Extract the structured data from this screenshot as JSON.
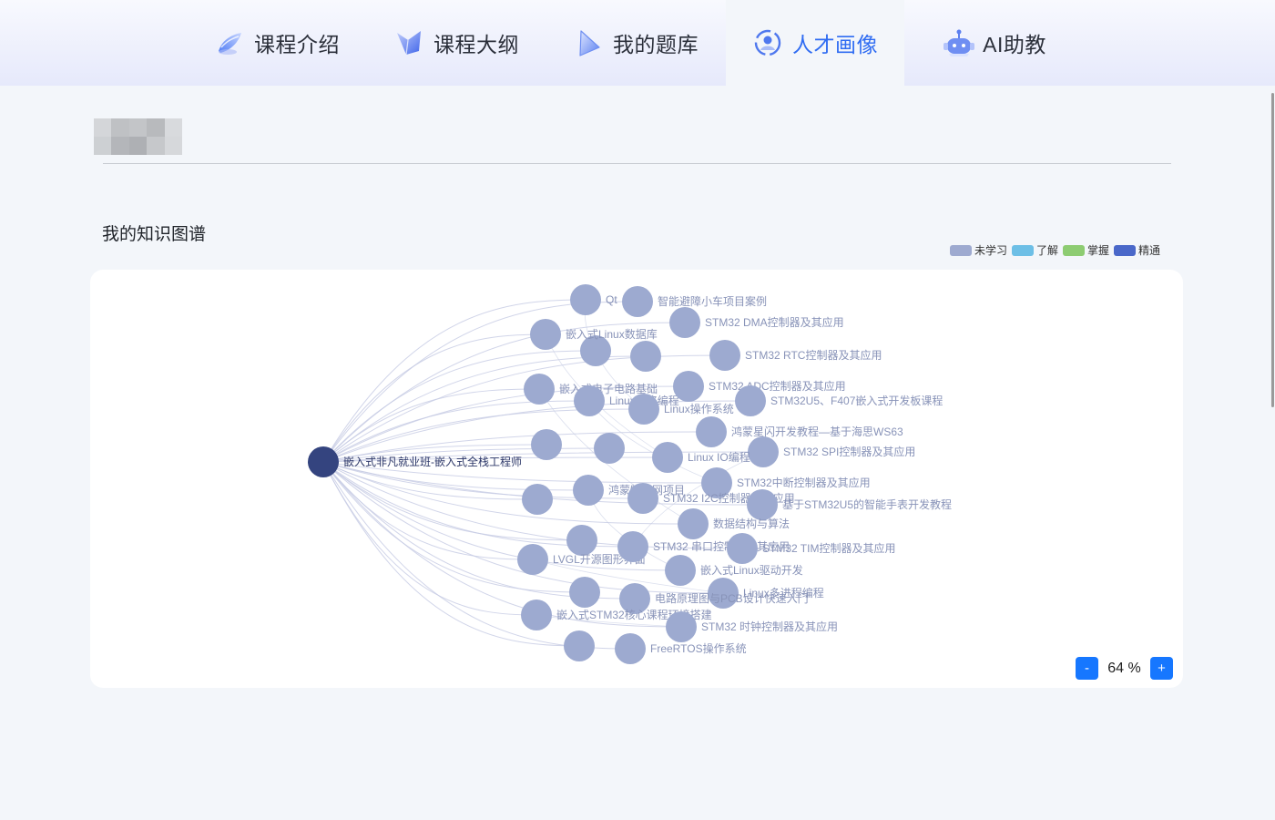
{
  "nav": {
    "tabs": [
      {
        "label": "课程介绍",
        "icon": "course-intro-icon",
        "active": false
      },
      {
        "label": "课程大纲",
        "icon": "course-outline-icon",
        "active": false
      },
      {
        "label": "我的题库",
        "icon": "question-bank-icon",
        "active": false
      },
      {
        "label": "人才画像",
        "icon": "talent-profile-icon",
        "active": true
      },
      {
        "label": "AI助教",
        "icon": "ai-assistant-robot-icon",
        "active": false
      }
    ]
  },
  "colors": {
    "accent": "#2f6cf2",
    "edge": "#c5cbe3",
    "node_unlearned": "#9daad0",
    "node_root": "#34447f",
    "zoom_button": "#1677ff"
  },
  "section": {
    "title": "我的知识图谱"
  },
  "legend": [
    {
      "label": "未学习",
      "color": "#9eaad0"
    },
    {
      "label": "了解",
      "color": "#6dbfe6"
    },
    {
      "label": "掌握",
      "color": "#8dcc72"
    },
    {
      "label": "精通",
      "color": "#4a68c9"
    }
  ],
  "graph": {
    "root": {
      "label": "嵌入式非凡就业班-嵌入式全栈工程师",
      "status": "精通"
    },
    "nodes": [
      {
        "label": "Qt",
        "status": "未学习"
      },
      {
        "label": "智能避障小车项目案例",
        "status": "未学习"
      },
      {
        "label": "STM32 DMA控制器及其应用",
        "status": "未学习"
      },
      {
        "label": "嵌入式Linux数据库",
        "status": "未学习"
      },
      {
        "label": "STM32 RTC控制器及其应用",
        "status": "未学习"
      },
      {
        "label": "嵌入式电子电路基础",
        "status": "未学习"
      },
      {
        "label": "Linux网络编程",
        "status": "未学习"
      },
      {
        "label": "STM32 ADC控制器及其应用",
        "status": "未学习"
      },
      {
        "label": "Linux操作系统",
        "status": "未学习"
      },
      {
        "label": "STM32U5、F407嵌入式开发板课程",
        "status": "未学习"
      },
      {
        "label": "鸿蒙星闪开发教程—基于海思WS63",
        "status": "未学习"
      },
      {
        "label": "STM32 SPI控制器及其应用",
        "status": "未学习"
      },
      {
        "label": "Linux IO编程",
        "status": "未学习"
      },
      {
        "label": "STM32中断控制器及其应用",
        "status": "未学习"
      },
      {
        "label": "鸿蒙物联网项目",
        "status": "未学习"
      },
      {
        "label": "STM32 I2C控制器及其应用",
        "status": "未学习"
      },
      {
        "label": "基于STM32U5的智能手表开发教程",
        "status": "未学习"
      },
      {
        "label": "数据结构与算法",
        "status": "未学习"
      },
      {
        "label": "LVGL开源图形界面",
        "status": "未学习"
      },
      {
        "label": "STM32 串口控制器及其应用",
        "status": "未学习"
      },
      {
        "label": "STM32 TIM控制器及其应用",
        "status": "未学习"
      },
      {
        "label": "嵌入式Linux驱动开发",
        "status": "未学习"
      },
      {
        "label": "Linux多进程编程",
        "status": "未学习"
      },
      {
        "label": "电路原理图与PCB设计快速入门",
        "status": "未学习"
      },
      {
        "label": "嵌入式STM32核心课程环境搭建",
        "status": "未学习"
      },
      {
        "label": "STM32 时钟控制器及其应用",
        "status": "未学习"
      },
      {
        "label": "FreeRTOS操作系统",
        "status": "未学习"
      }
    ]
  },
  "zoom": {
    "minus": "-",
    "plus": "+",
    "value": "64 %"
  }
}
